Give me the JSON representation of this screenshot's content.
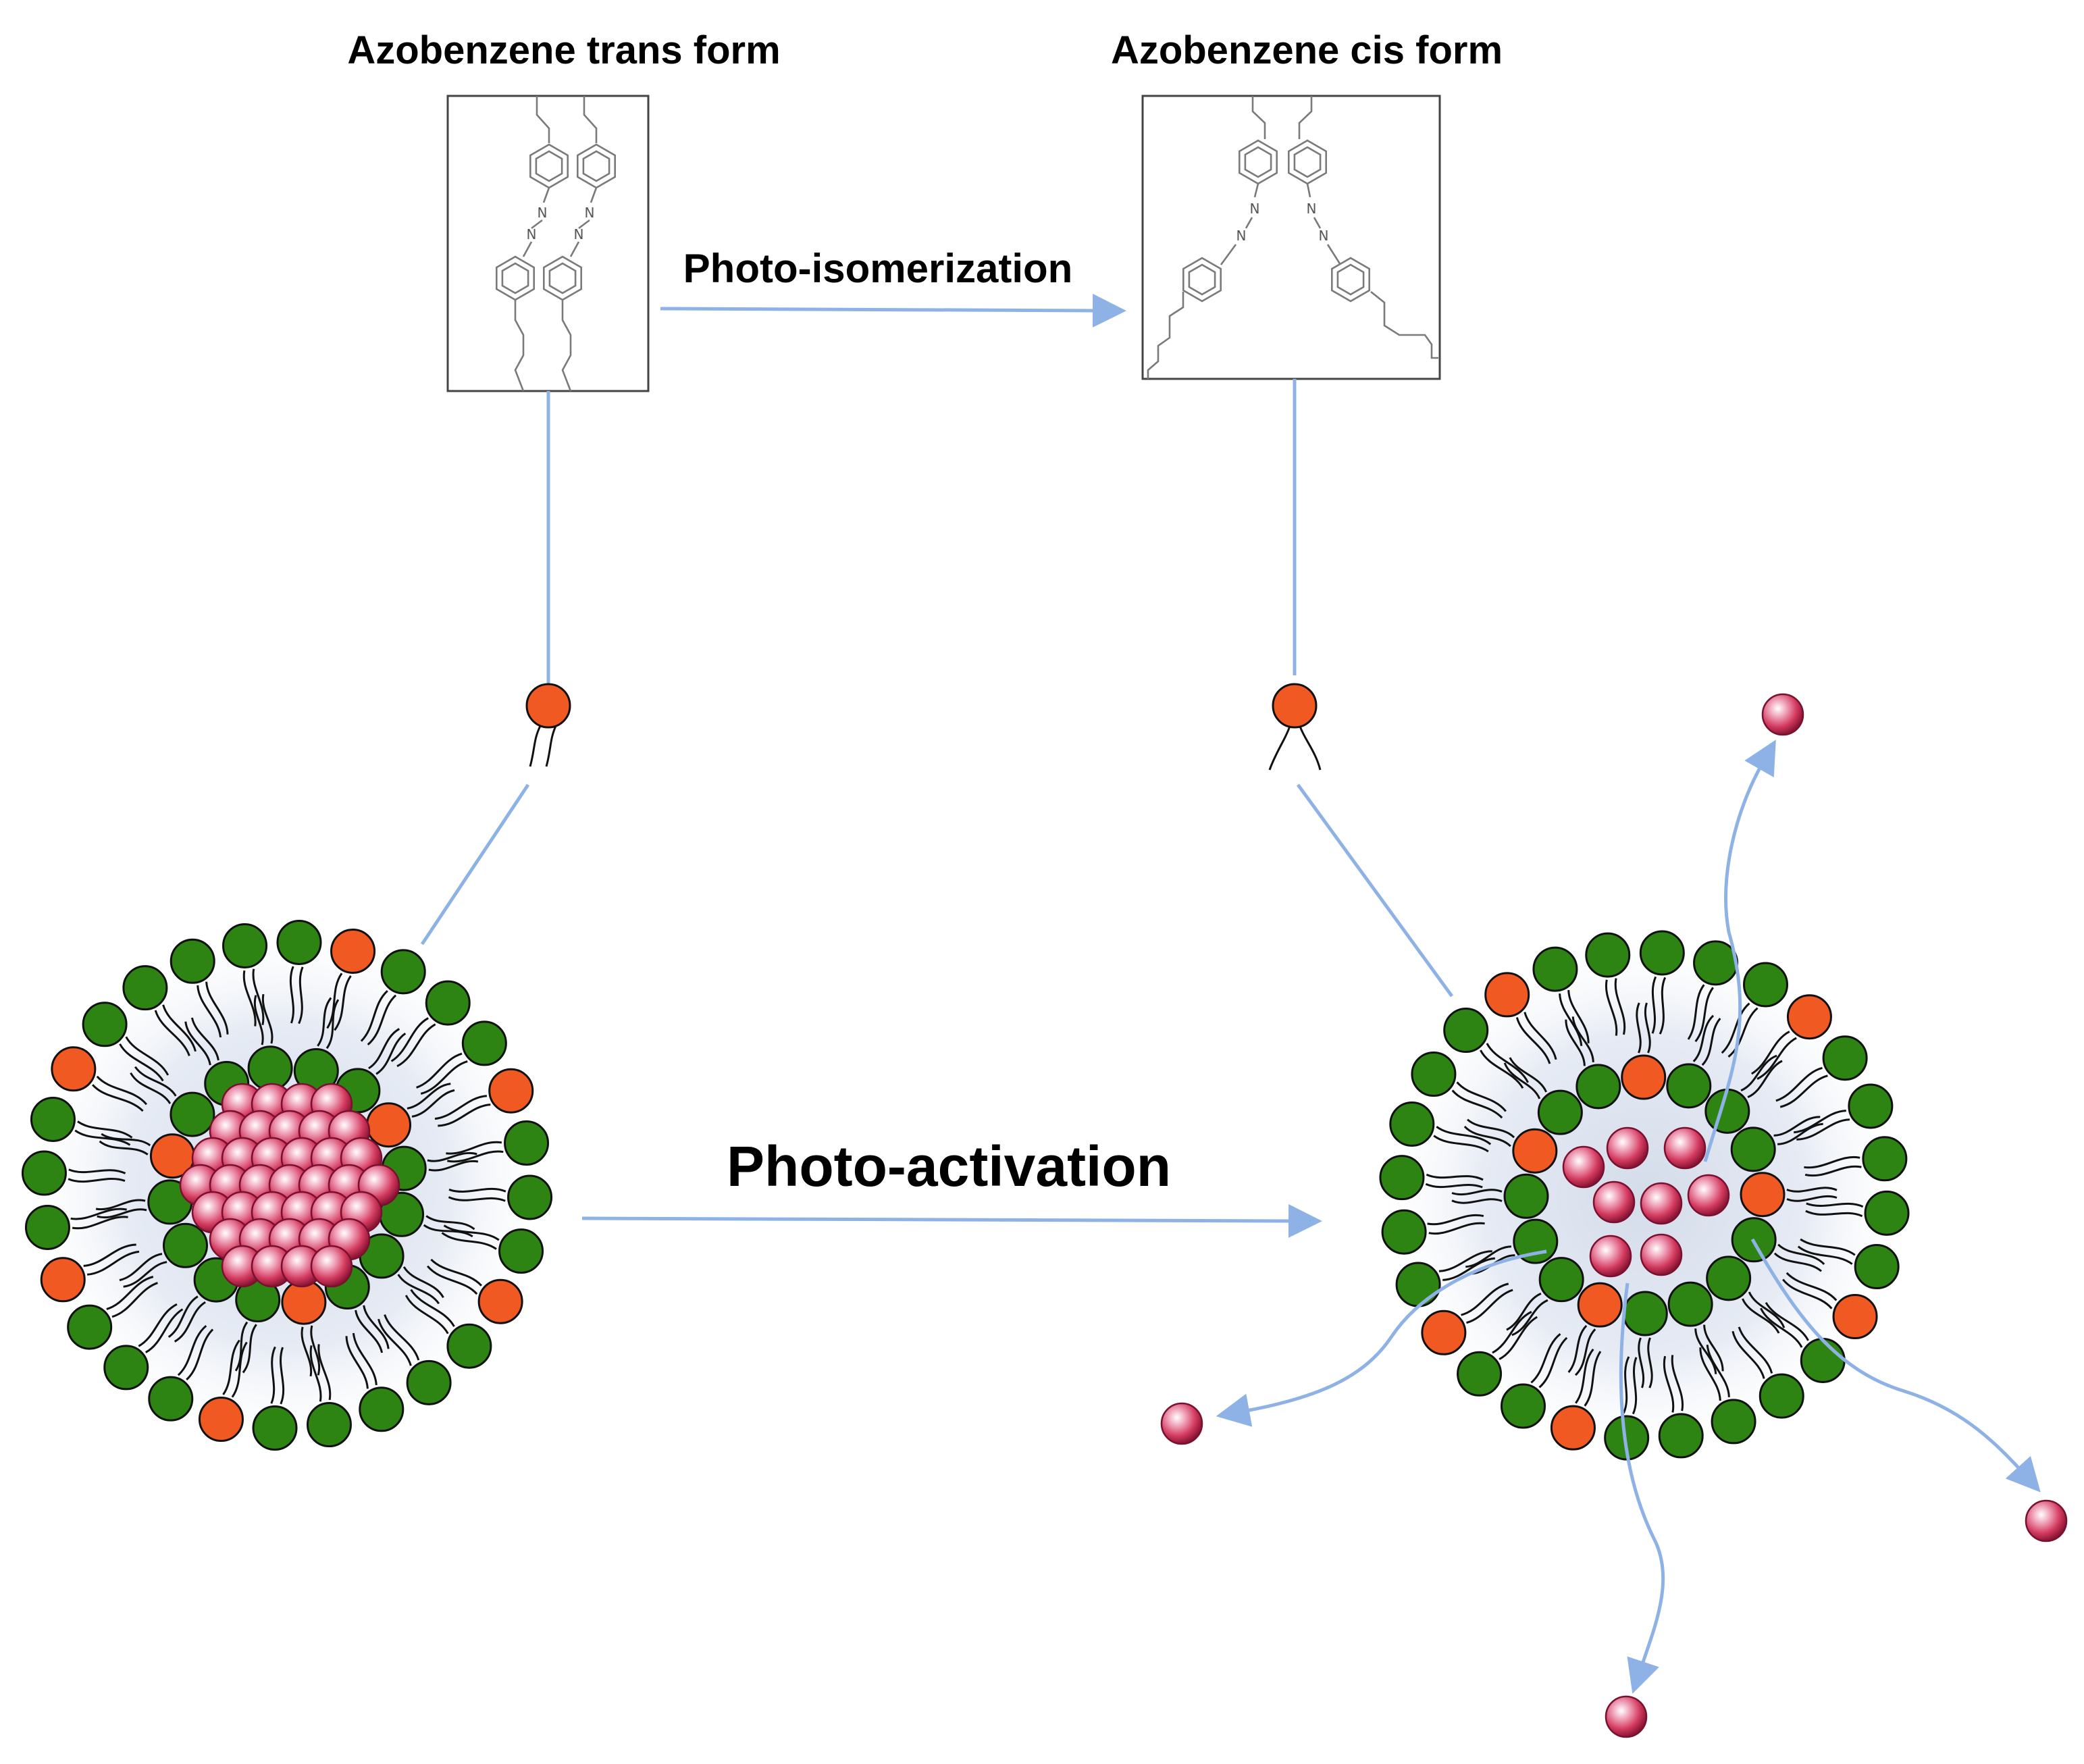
{
  "labels": {
    "trans_title": "Azobenzene trans form",
    "cis_title": "Azobenzene cis form",
    "isomerization": "Photo-isomerization",
    "activation": "Photo-activation",
    "azo_atom": "N"
  },
  "colors": {
    "arrow": "#8fb2e6",
    "head_green": "#2e8412",
    "head_orange": "#f05a22",
    "cargo": "#d43b60",
    "halo": "#dfe6f2",
    "outline": "#111111"
  },
  "icons": [
    "surfactant-green-icon",
    "surfactant-azo-orange-icon",
    "cargo-molecule-icon",
    "azobenzene-structure-icon"
  ]
}
